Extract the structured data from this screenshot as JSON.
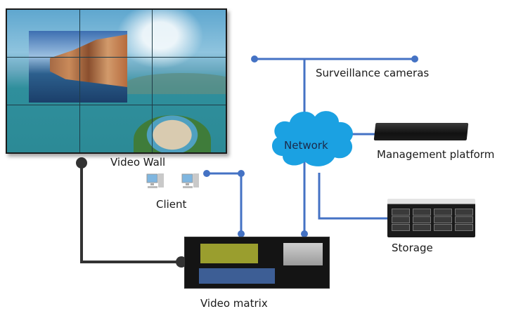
{
  "diagram": {
    "title": "Video wall surveillance system topology",
    "nodes": {
      "video_wall": {
        "label": "Video Wall",
        "icon": "video-wall-display"
      },
      "client": {
        "label": "Client",
        "icon": "desktop-computer"
      },
      "video_matrix": {
        "label": "Video matrix",
        "icon": "video-matrix-device"
      },
      "network": {
        "label": "Network",
        "icon": "cloud"
      },
      "surveillance_cameras": {
        "label": "Surveillance cameras",
        "icon": "camera-bus"
      },
      "management_platform": {
        "label": "Management platform",
        "icon": "rack-server"
      },
      "storage": {
        "label": "Storage",
        "icon": "storage-array"
      }
    },
    "connections": [
      {
        "from": "video_wall",
        "to": "video_matrix",
        "style": "dark-cable"
      },
      {
        "from": "client",
        "to": "video_matrix",
        "style": "blue-link"
      },
      {
        "from": "network",
        "to": "video_matrix",
        "style": "blue-link"
      },
      {
        "from": "surveillance_cameras",
        "to": "network",
        "style": "blue-link"
      },
      {
        "from": "network",
        "to": "management_platform",
        "style": "blue-link"
      },
      {
        "from": "network",
        "to": "storage",
        "style": "blue-link"
      }
    ],
    "colors": {
      "link": "#4472c4",
      "cable": "#333333",
      "cloud": "#1ba1e2"
    }
  }
}
